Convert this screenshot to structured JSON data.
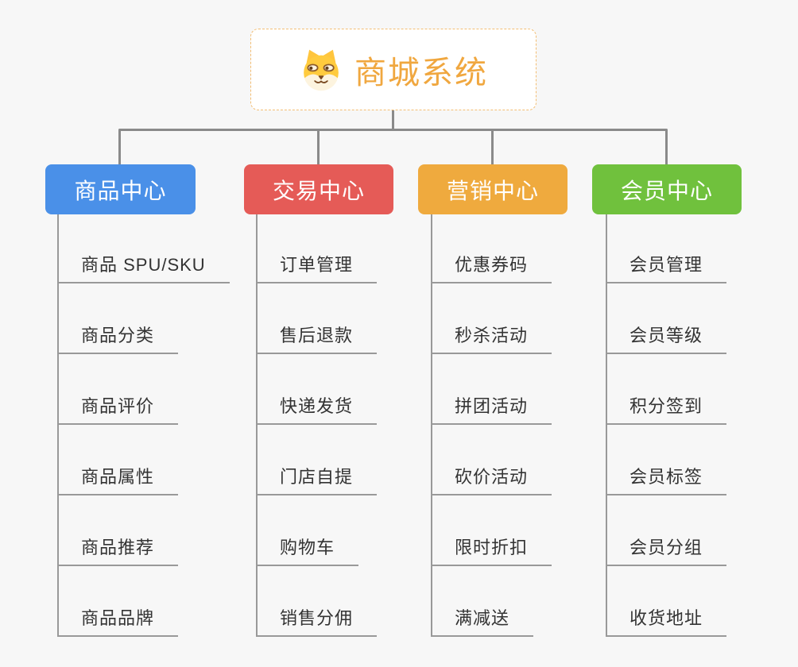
{
  "root": {
    "title": "商城系统",
    "icon": "shiba-dog-icon"
  },
  "branches": [
    {
      "label": "商品中心",
      "color": "#4a90e8",
      "children": [
        "商品 SPU/SKU",
        "商品分类",
        "商品评价",
        "商品属性",
        "商品推荐",
        "商品品牌"
      ]
    },
    {
      "label": "交易中心",
      "color": "#e55b57",
      "children": [
        "订单管理",
        "售后退款",
        "快递发货",
        "门店自提",
        "购物车",
        "销售分佣"
      ]
    },
    {
      "label": "营销中心",
      "color": "#efaa3e",
      "children": [
        "优惠券码",
        "秒杀活动",
        "拼团活动",
        "砍价活动",
        "限时折扣",
        "满减送"
      ]
    },
    {
      "label": "会员中心",
      "color": "#70c13d",
      "children": [
        "会员管理",
        "会员等级",
        "积分签到",
        "会员标签",
        "会员分组",
        "收货地址"
      ]
    }
  ],
  "colors": {
    "background": "#f7f7f7",
    "root_text": "#f0a73f",
    "root_border": "#f3be74",
    "connector": "#8a8a8a",
    "leaf_line": "#999999",
    "leaf_text": "#333333"
  }
}
